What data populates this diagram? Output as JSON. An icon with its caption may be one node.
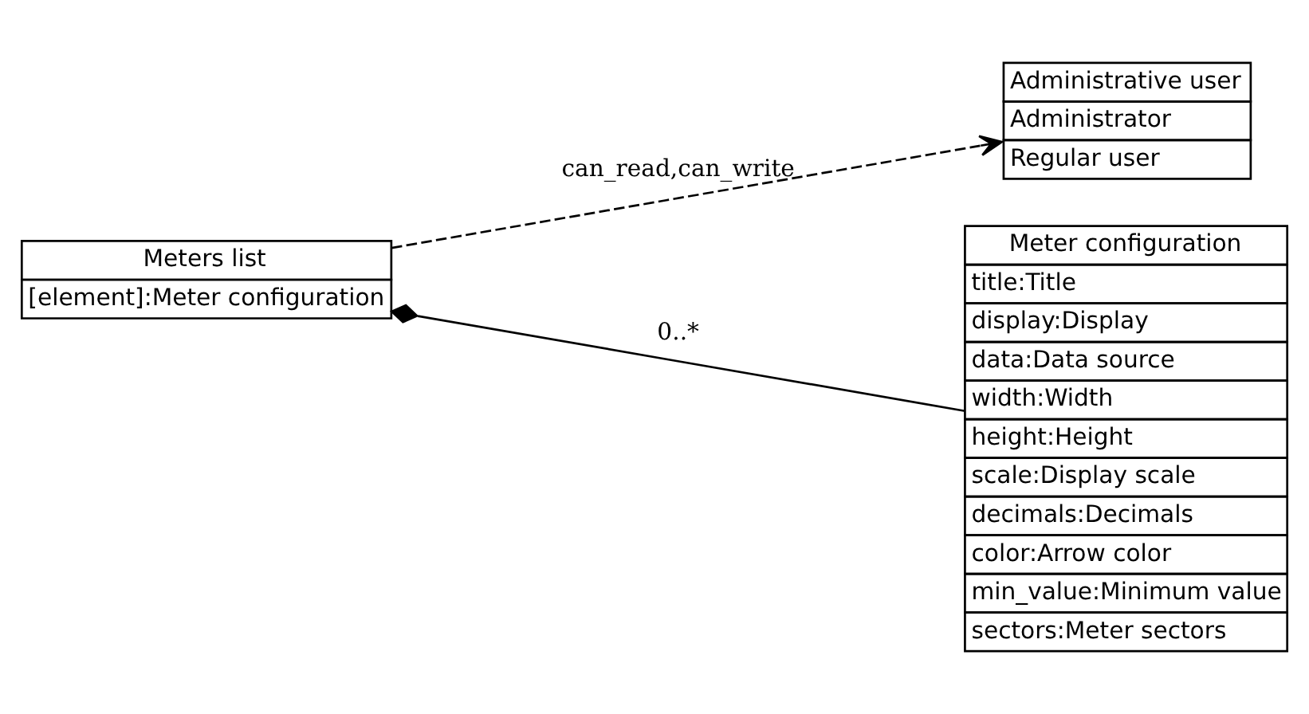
{
  "diagram": {
    "nodes": [
      {
        "text": [
          "Meters list",
          "[element]:Meter configuration"
        ]
      },
      {
        "text": [
          "Administrative user",
          "Administrator",
          "Regular user"
        ]
      },
      {
        "text": [
          "Meter configuration",
          "title:Title",
          "display:Display",
          "data:Data source",
          "width:Width",
          "height:Height",
          "scale:Display scale",
          "decimals:Decimals",
          "color:Arrow color",
          "min_value:Minimum value",
          "sectors:Meter sectors"
        ]
      }
    ],
    "edges": [
      {
        "from": 0,
        "to": 1,
        "arrow": "to",
        "label": "can_read,can_write",
        "style": "dashed"
      },
      {
        "from": 0,
        "to": 2,
        "arrow": "other",
        "label": "0..*"
      }
    ]
  }
}
